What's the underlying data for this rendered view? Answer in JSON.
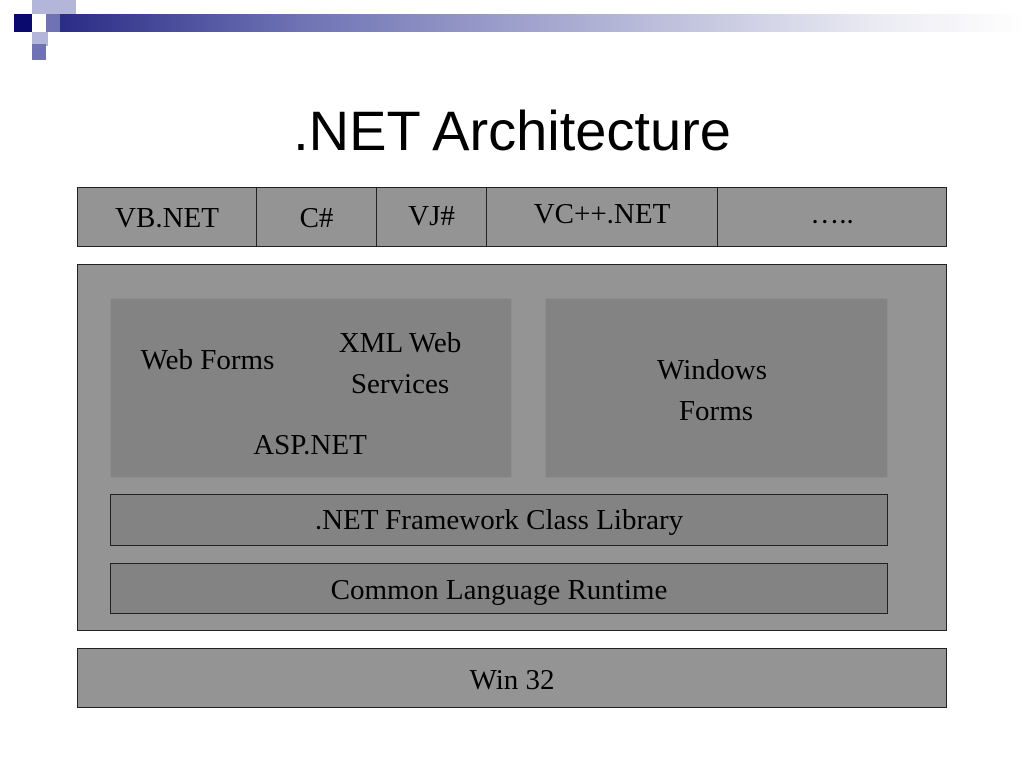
{
  "title": ".NET Architecture",
  "languages": [
    "VB.NET",
    "C#",
    "VJ#",
    "VC++.NET",
    "….."
  ],
  "aspnet_panel": {
    "web_forms": "Web Forms",
    "xml_web_services_line1": "XML Web",
    "xml_web_services_line2": "Services",
    "label": "ASP.NET"
  },
  "windows_forms_panel": {
    "line1": "Windows",
    "line2": "Forms"
  },
  "class_library": ".NET Framework Class Library",
  "runtime": "Common Language Runtime",
  "os": "Win 32",
  "colors": {
    "box_fill": "#949494",
    "panel_fill": "#838383",
    "accent_navy": "#0a0a6e"
  }
}
